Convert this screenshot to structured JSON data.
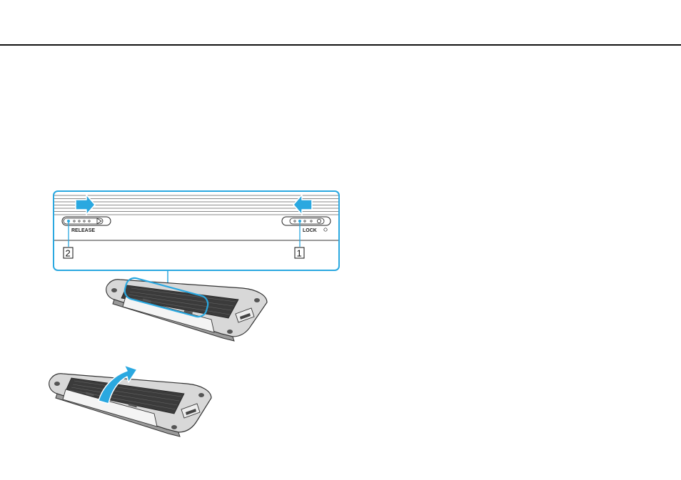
{
  "illustration": {
    "release_label": "RELEASE",
    "lock_label": "LOCK",
    "callout_1": "1",
    "callout_2": "2",
    "accent_color": "#2aa8e0"
  }
}
